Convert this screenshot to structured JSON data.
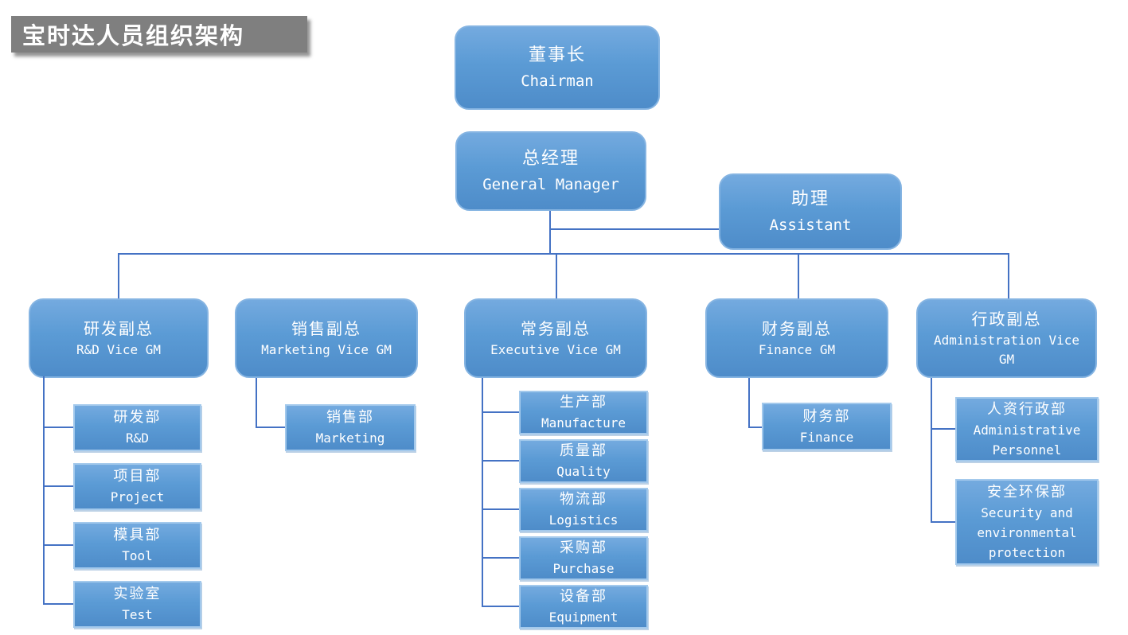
{
  "title": "宝时达人员组织架构",
  "colors": {
    "title_bg": "#7F7F7F",
    "title_text": "#FFFFFF",
    "box_fill_top": "#74AADF",
    "box_fill_bottom": "#4E8CC9",
    "box_border_round": "#85B4E2",
    "box_border_leaf": "#A3C9EC",
    "box_text": "#FFFFFF",
    "connector": "#4472C4"
  },
  "nodes": {
    "chairman": {
      "zh": "董事长",
      "en": "Chairman"
    },
    "general_manager": {
      "zh": "总经理",
      "en": "General Manager"
    },
    "assistant": {
      "zh": "助理",
      "en": "Assistant"
    },
    "vp_rd": {
      "zh": "研发副总",
      "en": "R&D Vice GM"
    },
    "vp_marketing": {
      "zh": "销售副总",
      "en": "Marketing Vice GM"
    },
    "vp_executive": {
      "zh": "常务副总",
      "en": "Executive Vice GM"
    },
    "vp_finance": {
      "zh": "财务副总",
      "en": "Finance GM"
    },
    "vp_admin": {
      "zh": "行政副总",
      "en": "Administration Vice GM"
    },
    "dept_rd": {
      "zh": "研发部",
      "en": "R&D"
    },
    "dept_project": {
      "zh": "项目部",
      "en": "Project"
    },
    "dept_tool": {
      "zh": "模具部",
      "en": "Tool"
    },
    "dept_test": {
      "zh": "实验室",
      "en": "Test"
    },
    "dept_marketing": {
      "zh": "销售部",
      "en": "Marketing"
    },
    "dept_manufacture": {
      "zh": "生产部",
      "en": "Manufacture"
    },
    "dept_quality": {
      "zh": "质量部",
      "en": "Quality"
    },
    "dept_logistics": {
      "zh": "物流部",
      "en": "Logistics"
    },
    "dept_purchase": {
      "zh": "采购部",
      "en": "Purchase"
    },
    "dept_equipment": {
      "zh": "设备部",
      "en": "Equipment"
    },
    "dept_finance": {
      "zh": "财务部",
      "en": "Finance"
    },
    "dept_admin_personnel": {
      "zh": "人资行政部",
      "en": "Administrative Personnel"
    },
    "dept_security_env": {
      "zh": "安全环保部",
      "en": "Security and environmental protection"
    }
  }
}
